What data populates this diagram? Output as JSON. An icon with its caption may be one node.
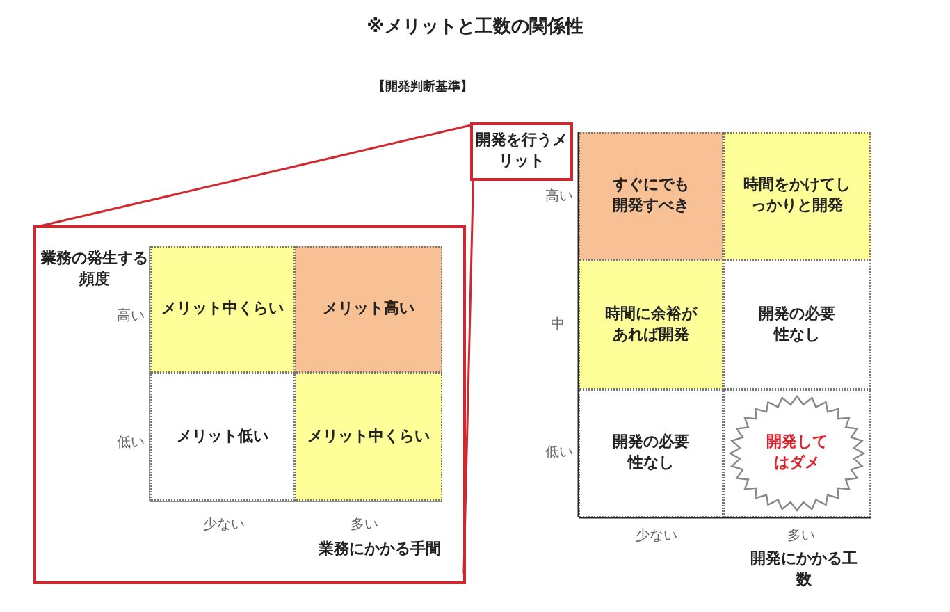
{
  "diagram": {
    "title": "※メリットと工数の関係性",
    "nodes": [
      {
        "text": [
          "開発を行うメリット"
        ]
      },
      {
        "text": [],
        "shape": "box"
      },
      {
        "text": [
          "メリット中くらい"
        ],
        "in": 1
      },
      {
        "text": [
          "メリット高い"
        ],
        "in": 1
      },
      {
        "text": [
          "メリット低い"
        ],
        "in": 1
      },
      {
        "text": [
          "メリット中くらい"
        ],
        "in": 1
      },
      {
        "text": [
          "すぐにでも開発すべき"
        ]
      },
      {
        "text": [
          "時間をかけてしっかりと開発"
        ]
      },
      {
        "text": [
          "時間に余裕があれば開発"
        ]
      },
      {
        "text": [
          "開発の必要性なし"
        ]
      },
      {
        "text": [
          "開発の必要性なし"
        ]
      },
      {
        "text": [
          "開発してはダメ"
        ]
      }
    ],
    "edges": [
      {
        "from": 0,
        "to": 1,
        "arrow": "none"
      },
      {
        "from": 0,
        "to": 1,
        "arrow": "none"
      }
    ],
    "labels": [
      "【開発判断基準】",
      "高い",
      "中",
      "低い",
      "少ない",
      "多い",
      "開発にかかる工数",
      "業務の発生する頻度",
      "高い",
      "低い",
      "少ない",
      "多い",
      "業務にかかる手間"
    ]
  }
}
